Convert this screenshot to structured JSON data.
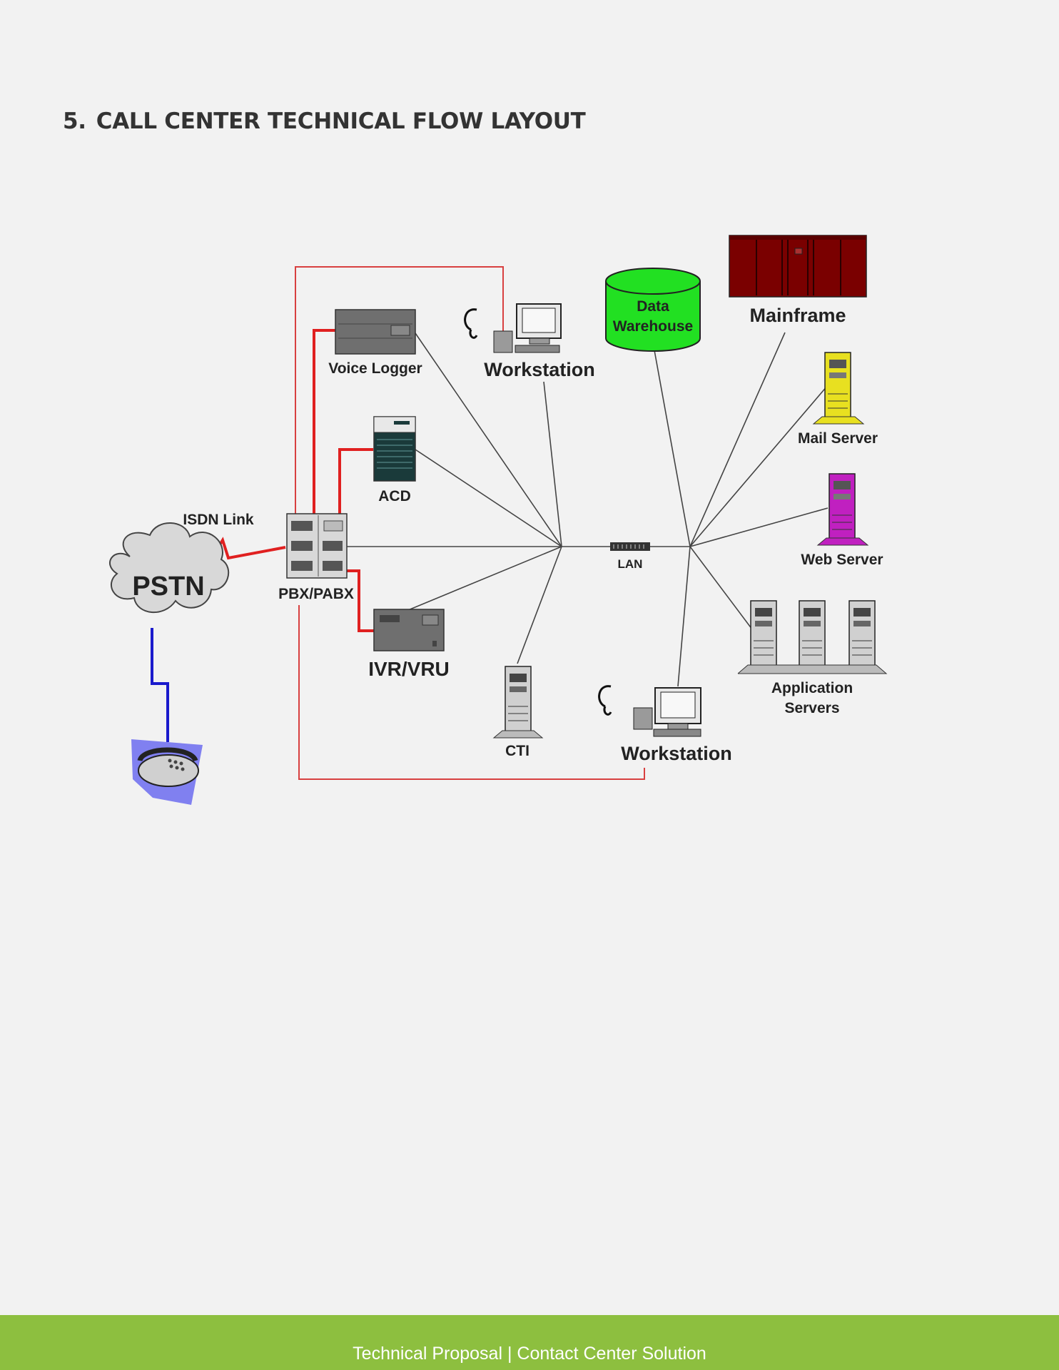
{
  "heading": {
    "number": "5.",
    "title": "CALL CENTER TECHNICAL FLOW LAYOUT"
  },
  "diagram": {
    "labels": {
      "voice_logger": "Voice Logger",
      "workstation_top": "Workstation",
      "data_warehouse_1": "Data",
      "data_warehouse_2": "Warehouse",
      "mainframe": "Mainframe",
      "mail_server": "Mail Server",
      "acd": "ACD",
      "isdn_link": "ISDN Link",
      "pstn": "PSTN",
      "pbx": "PBX/PABX",
      "lan": "LAN",
      "web_server": "Web Server",
      "ivr": "IVR/VRU",
      "app_servers_1": "Application",
      "app_servers_2": "Servers",
      "cti": "CTI",
      "workstation_bottom": "Workstation"
    },
    "colors": {
      "voice_link": "#e02020",
      "lan_link": "#444444",
      "phone_link": "#1a1acc",
      "data_warehouse": "#22e022",
      "mainframe": "#7a0000",
      "mail_server": "#e8e020",
      "web_server": "#c020c0"
    }
  },
  "footer": {
    "text": "Technical Proposal | Contact Center Solution"
  }
}
